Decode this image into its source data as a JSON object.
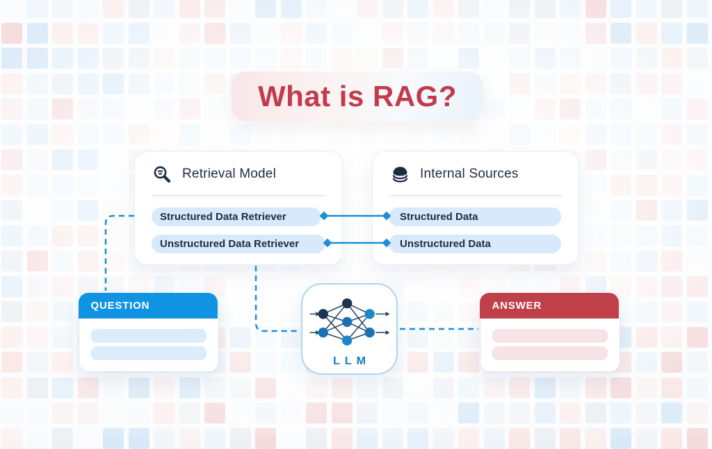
{
  "title": "What is RAG?",
  "retrieval_model": {
    "title": "Retrieval Model",
    "icon": "search-magnifier-icon",
    "items": [
      "Structured Data Retriever",
      "Unstructured Data Retriever"
    ]
  },
  "internal_sources": {
    "title": "Internal Sources",
    "icon": "database-icon",
    "items": [
      "Structured Data",
      "Unstructured Data"
    ]
  },
  "question_card": {
    "label": "QUESTION",
    "placeholder_lines": 2
  },
  "llm_card": {
    "label": "LLM",
    "icon": "neural-network-icon"
  },
  "answer_card": {
    "label": "ANSWER",
    "placeholder_lines": 2
  },
  "colors": {
    "title_red": "#c13b4d",
    "question_blue": "#1193e3",
    "answer_red": "#c04049",
    "connector_blue": "#1a8ed6",
    "navy_text": "#1e2c40",
    "pill_bg": "#d7e9fb",
    "llm_blue": "#1779c4"
  }
}
